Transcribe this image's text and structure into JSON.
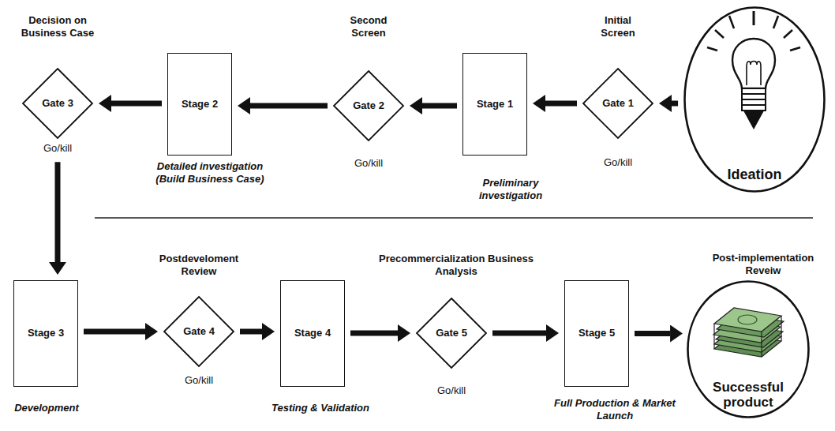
{
  "diagram": {
    "nodes": [
      {
        "text": [
          "Ideation"
        ]
      },
      {
        "text": [
          "Initial Screen",
          "Gate 1",
          "Go/kill"
        ]
      },
      {
        "text": [
          "Stage 1",
          "Preliminary investigation"
        ]
      },
      {
        "text": [
          "Second Screen",
          "Gate 2",
          "Go/kill"
        ]
      },
      {
        "text": [
          "Stage 2",
          "Detailed investigation (Build Business Case)"
        ]
      },
      {
        "text": [
          "Decision on Business Case",
          "Gate 3",
          "Go/kill"
        ]
      },
      {
        "text": [
          "Stage 3",
          "Development"
        ]
      },
      {
        "text": [
          "Postdeveloment Review",
          "Gate 4",
          "Go/kill"
        ]
      },
      {
        "text": [
          "Stage 4",
          "Testing & Validation"
        ]
      },
      {
        "text": [
          "Precommercialization Business Analysis",
          "Gate 5",
          "Go/kill"
        ]
      },
      {
        "text": [
          "Stage 5",
          "Full Production & Market Launch"
        ]
      },
      {
        "text": [
          "Post-implementation Reveiw",
          "Successful product"
        ]
      }
    ],
    "edges": [
      {
        "from": 0,
        "to": 1,
        "arrow": "to"
      },
      {
        "from": 1,
        "to": 2,
        "arrow": "to"
      },
      {
        "from": 2,
        "to": 3,
        "arrow": "to"
      },
      {
        "from": 3,
        "to": 4,
        "arrow": "to"
      },
      {
        "from": 4,
        "to": 5,
        "arrow": "to"
      },
      {
        "from": 5,
        "to": 6,
        "arrow": "to"
      },
      {
        "from": 6,
        "to": 7,
        "arrow": "to"
      },
      {
        "from": 7,
        "to": 8,
        "arrow": "to"
      },
      {
        "from": 8,
        "to": 9,
        "arrow": "to"
      },
      {
        "from": 9,
        "to": 10,
        "arrow": "to"
      },
      {
        "from": 10,
        "to": 11,
        "arrow": "to"
      }
    ]
  }
}
